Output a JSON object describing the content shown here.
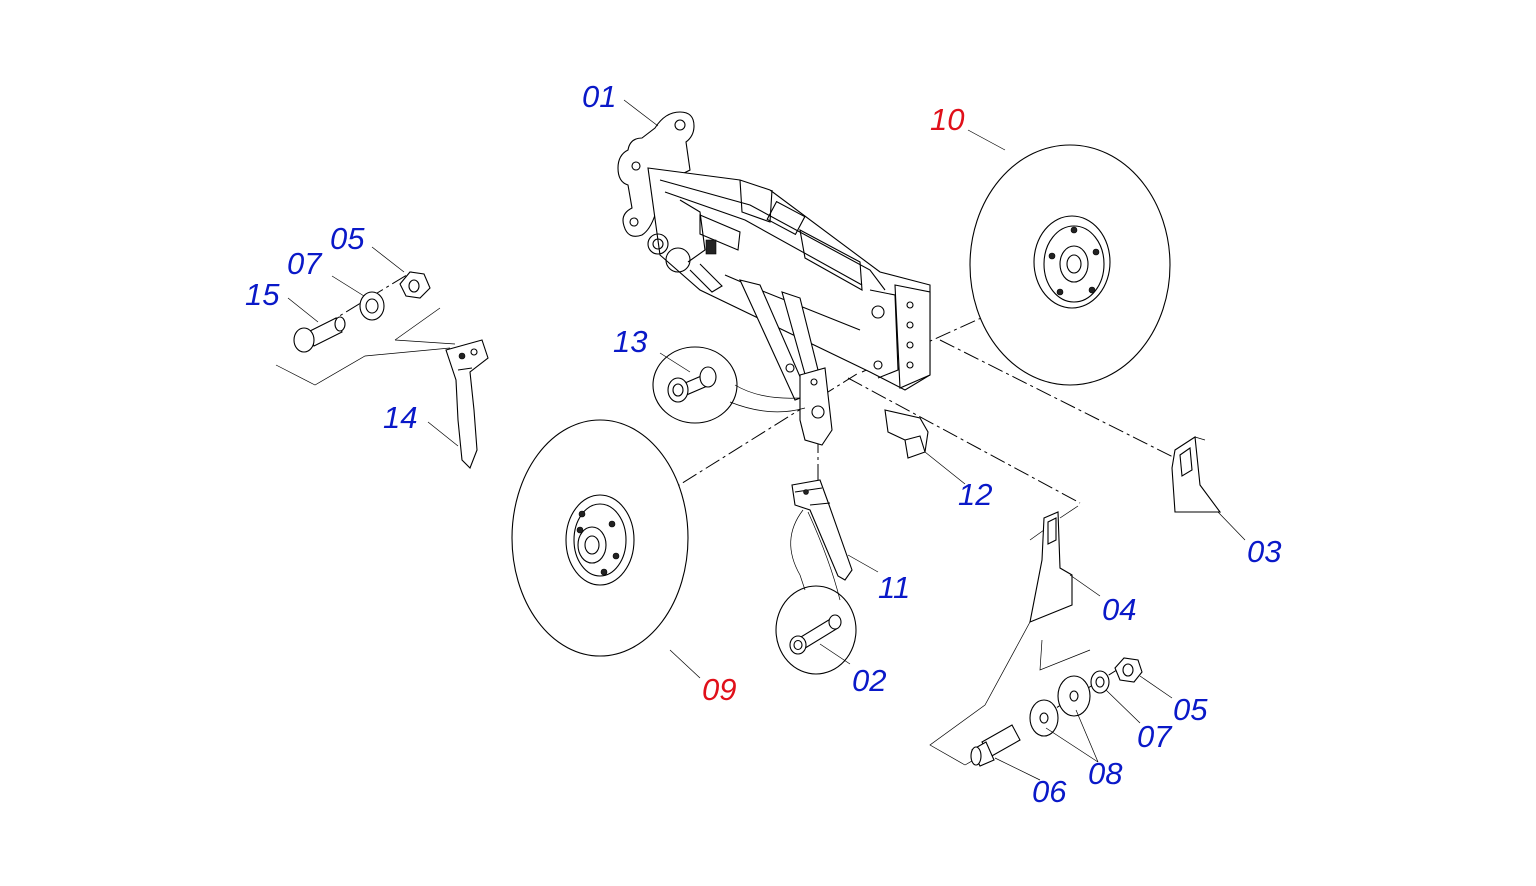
{
  "colors": {
    "label_default": "#0a19c8",
    "label_highlight": "#e0101a",
    "line": "#000000",
    "background": "#ffffff"
  },
  "callouts": [
    {
      "id": "c01",
      "label": "01",
      "color": "#0a19c8"
    },
    {
      "id": "c02",
      "label": "02",
      "color": "#0a19c8"
    },
    {
      "id": "c03",
      "label": "03",
      "color": "#0a19c8"
    },
    {
      "id": "c04",
      "label": "04",
      "color": "#0a19c8"
    },
    {
      "id": "c05a",
      "label": "05",
      "color": "#0a19c8"
    },
    {
      "id": "c05b",
      "label": "05",
      "color": "#0a19c8"
    },
    {
      "id": "c06",
      "label": "06",
      "color": "#0a19c8"
    },
    {
      "id": "c07a",
      "label": "07",
      "color": "#0a19c8"
    },
    {
      "id": "c07b",
      "label": "07",
      "color": "#0a19c8"
    },
    {
      "id": "c08",
      "label": "08",
      "color": "#0a19c8"
    },
    {
      "id": "c09",
      "label": "09",
      "color": "#e0101a"
    },
    {
      "id": "c10",
      "label": "10",
      "color": "#e0101a"
    },
    {
      "id": "c11",
      "label": "11",
      "color": "#0a19c8"
    },
    {
      "id": "c12",
      "label": "12",
      "color": "#0a19c8"
    },
    {
      "id": "c13",
      "label": "13",
      "color": "#0a19c8"
    },
    {
      "id": "c14",
      "label": "14",
      "color": "#0a19c8"
    },
    {
      "id": "c15",
      "label": "15",
      "color": "#0a19c8"
    }
  ]
}
